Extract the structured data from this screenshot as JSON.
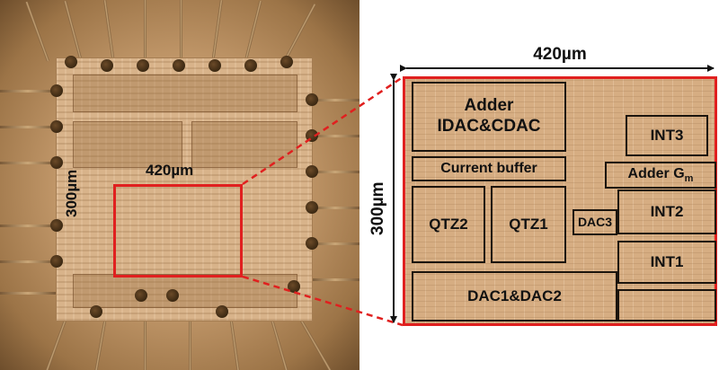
{
  "die_photo": {
    "zoom_width_label": "420µm",
    "zoom_height_label": "300µm"
  },
  "floorplan": {
    "width_label": "420µm",
    "height_label": "300µm",
    "blocks": {
      "adder_idac_cdac": [
        "Adder",
        "IDAC&CDAC"
      ],
      "current_buffer": "Current buffer",
      "qtz2": "QTZ2",
      "qtz1": "QTZ1",
      "dac3": "DAC3",
      "int3": "INT3",
      "adder_gm": {
        "text": "Adder G",
        "subscript": "m"
      },
      "int2": "INT2",
      "int1": "INT1",
      "dac1_dac2": "DAC1&DAC2"
    }
  },
  "colors": {
    "highlight": "#e0201f",
    "block_border": "#1b140d"
  }
}
